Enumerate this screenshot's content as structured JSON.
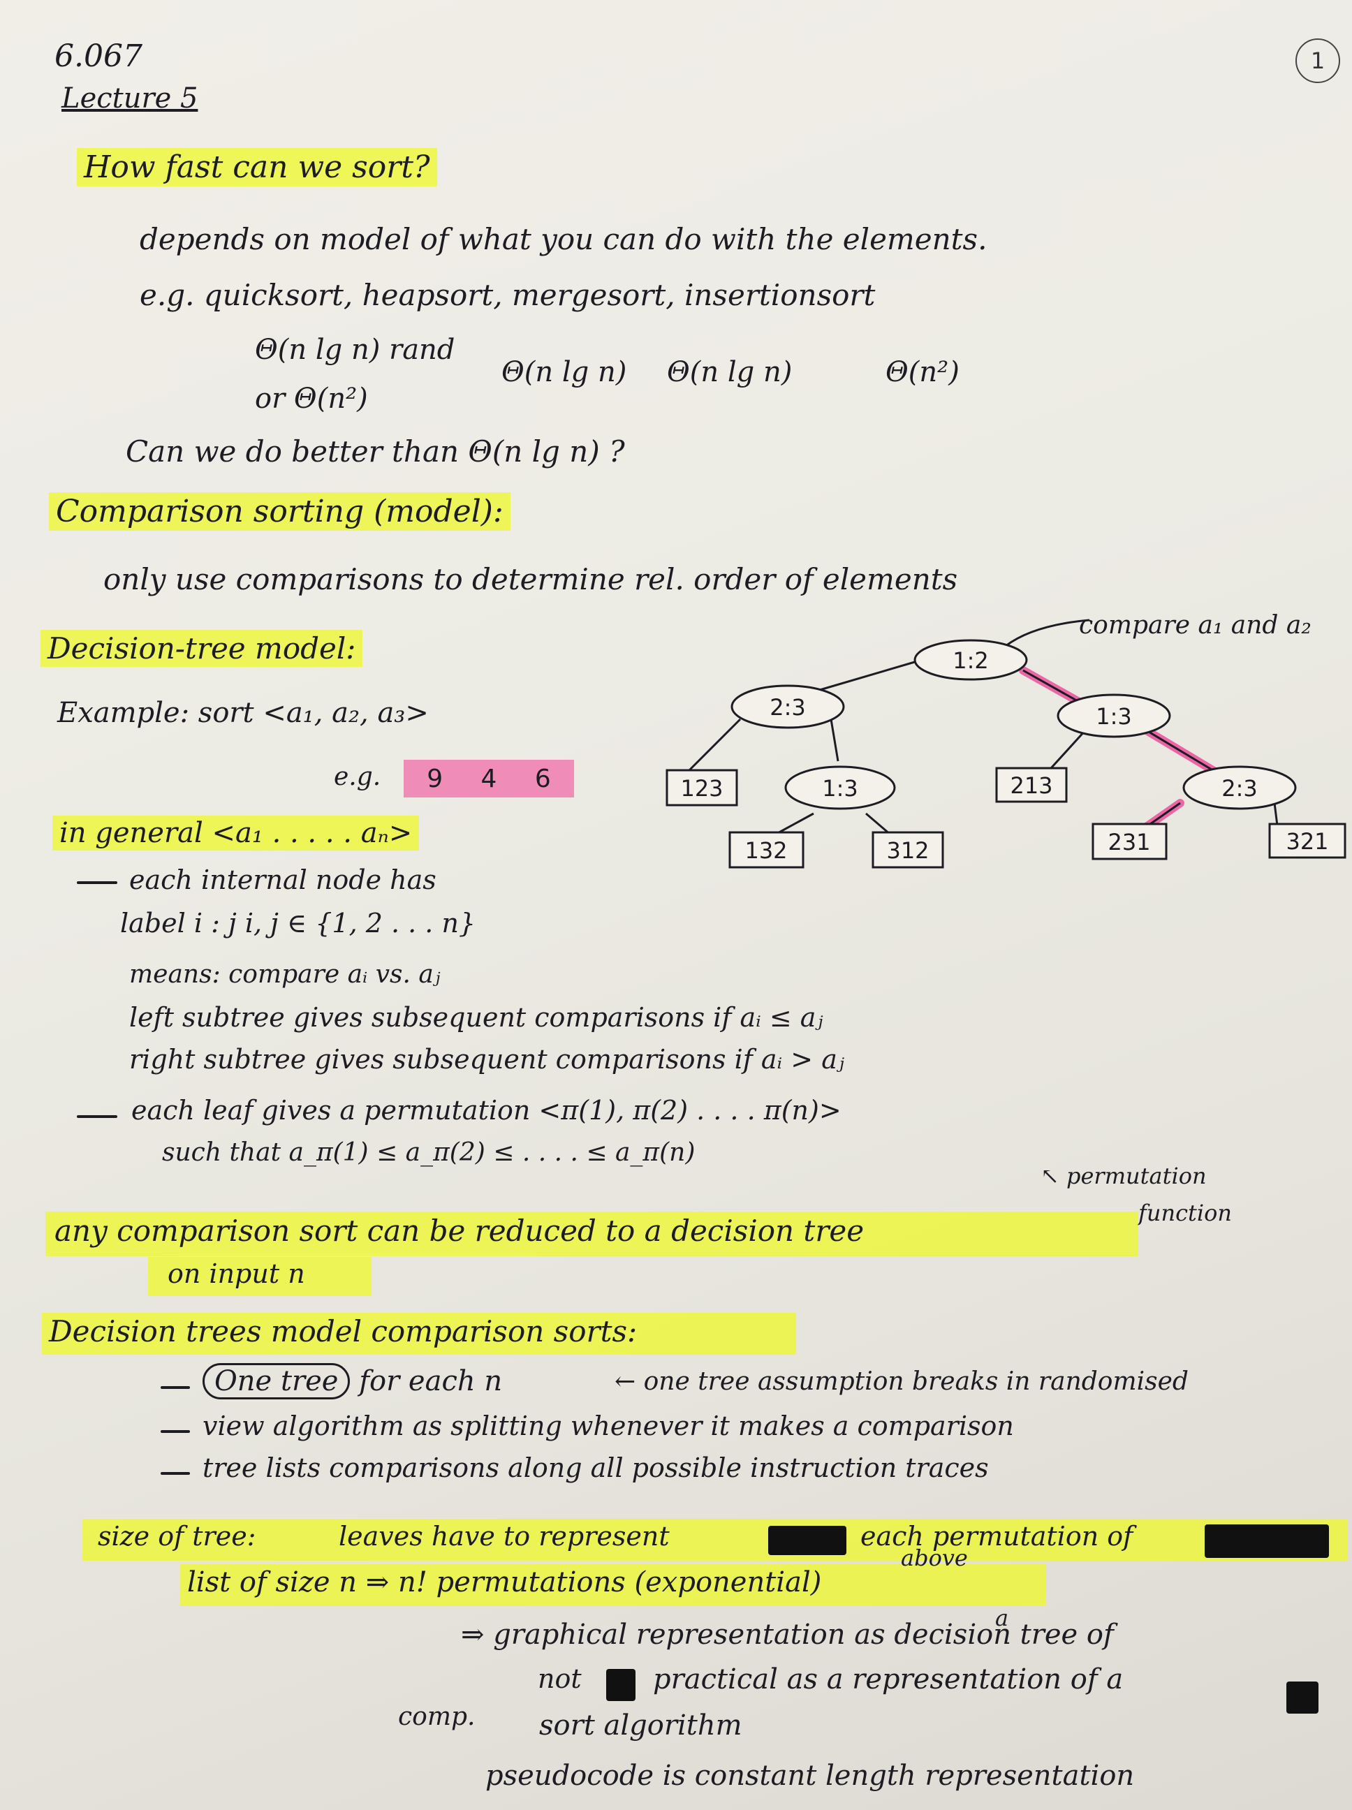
{
  "header": {
    "course": "6.067",
    "lecture": "Lecture 5",
    "page_number": "1"
  },
  "section1": {
    "heading": "How fast can we sort?",
    "line1": "depends on model of what you can do with the elements.",
    "line2": "e.g. quicksort, heapsort, mergesort, insertionsort",
    "c_quick": "Θ(n lg n) rand",
    "c_quick_alt": "or Θ(n²)",
    "c_heap": "Θ(n lg n)",
    "c_merge": "Θ(n lg n)",
    "c_insert": "Θ(n²)",
    "question": "Can we do better than  Θ(n lg n) ?"
  },
  "section2": {
    "heading": "Comparison sorting (model):",
    "line1": "only use comparisons to determine rel. order of elements"
  },
  "section3": {
    "heading": "Decision-tree model:",
    "example": "Example:  sort  <a₁, a₂, a₃>",
    "eg": "e.g.",
    "eg_values": [
      "9",
      "4",
      "6"
    ],
    "general": "in general  <a₁ . . . . . aₙ>",
    "b1a": "each internal node has",
    "b1b": "label  i : j    i, j ∈ {1, 2 . . . n}",
    "b2": "means: compare  aᵢ vs. aⱼ",
    "b3": "left subtree gives subsequent comparisons if  aᵢ ≤ aⱼ",
    "b4": "right subtree gives subsequent comparisons if  aᵢ > aⱼ",
    "b5": "each leaf gives a permutation  <π(1), π(2) . . . . π(n)>",
    "b5b": "such that   a_π(1) ≤ a_π(2) ≤ . . . . ≤ a_π(n)",
    "annot_perm": "↖ permutation",
    "annot_func": "function"
  },
  "tree": {
    "annotation": "compare a₁ and a₂",
    "nodes": [
      "1:2",
      "2:3",
      "1:3",
      "1:3",
      "2:3"
    ],
    "leaves": [
      "123",
      "132",
      "312",
      "213",
      "231",
      "321"
    ]
  },
  "section4": {
    "line1": "any comparison sort can be reduced to a decision tree",
    "line2": "on input n"
  },
  "section5": {
    "heading": "Decision trees model comparison sorts:",
    "b1_boxed": "One tree",
    "b1": "for each n",
    "b1_note": "← one tree assumption breaks in randomised",
    "b2": "view algorithm as splitting whenever it makes a comparison",
    "b3": "tree lists comparisons along all possible instruction traces"
  },
  "section6": {
    "size_label": "size of tree:",
    "l1a": "leaves have to represent",
    "l1b": "each permutation of",
    "l2": "list of size n   ⇒  n! permutations (exponential)",
    "above": "above",
    "l3": "⇒ graphical representation as decision tree of",
    "a": "a",
    "l4a": "not",
    "l4b": "practical as a representation of a",
    "comp": "comp.",
    "l5": "sort algorithm",
    "l6": "pseudocode is constant length representation"
  },
  "colors": {
    "highlight_yellow": "#eef828",
    "highlight_pink": "#f06eaa",
    "ink": "#1c1c22"
  }
}
